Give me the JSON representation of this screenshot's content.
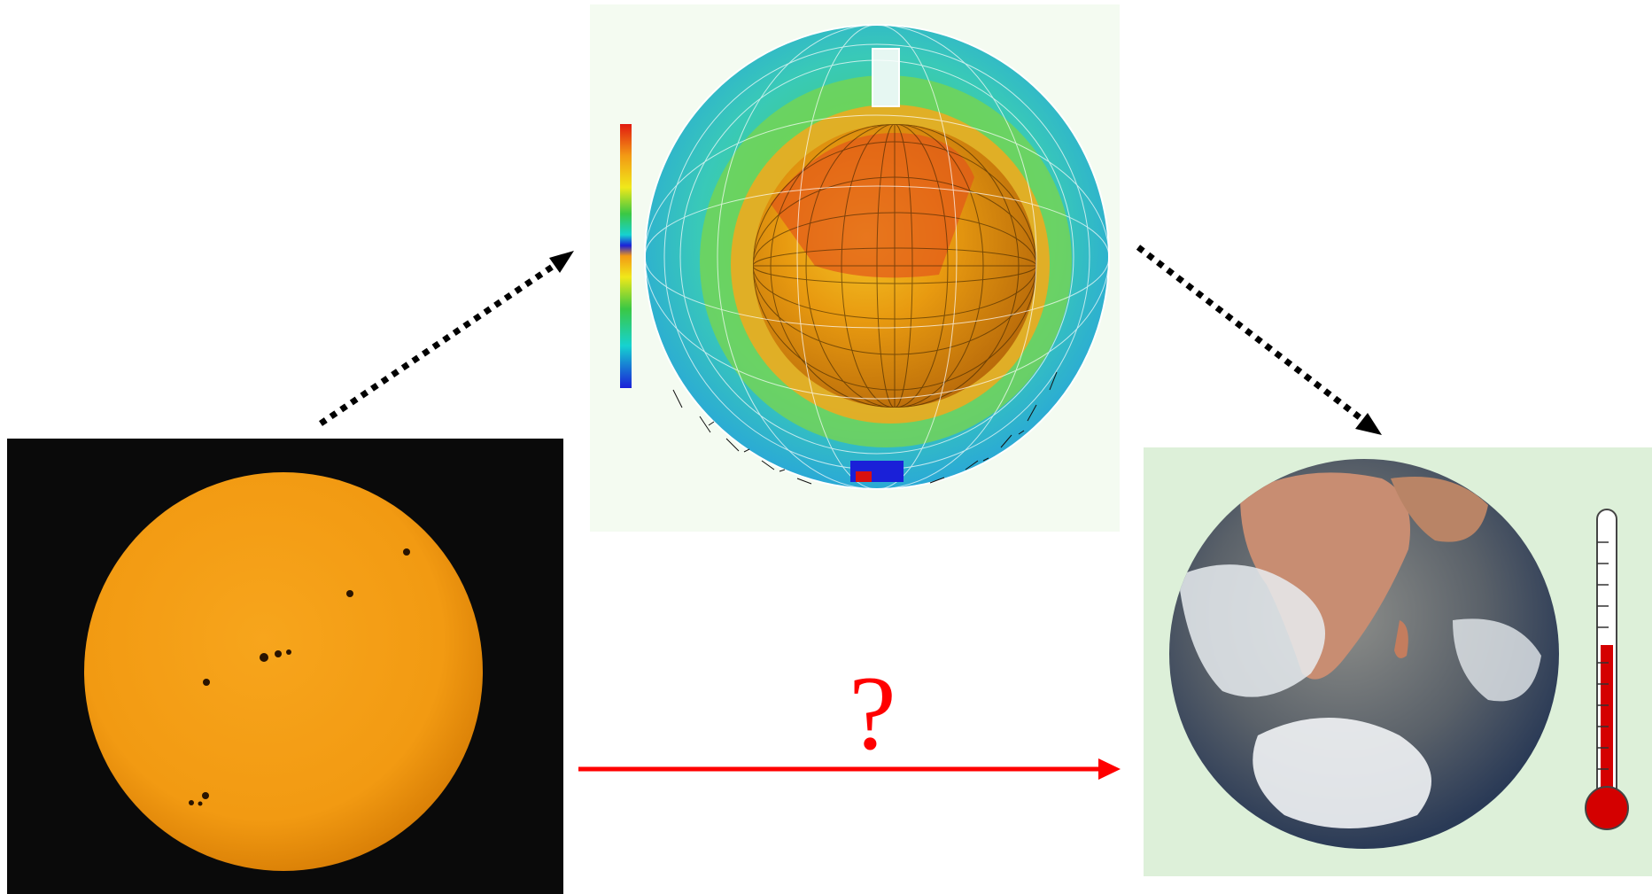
{
  "diagram": {
    "question_mark": "?",
    "colors": {
      "dotted_arrow": "#000000",
      "direct_arrow": "#ff0000",
      "question_mark": "#ff0000",
      "sun_panel_bg": "#0a0a0a",
      "sun_disk": "#f29a12",
      "model_panel_bg": "#f4fbf1",
      "earth_panel_bg": "#ddf0d9",
      "thermometer_fill": "#d40000"
    },
    "panels": [
      {
        "id": "sun",
        "icon": "sun-with-sunspots-photo"
      },
      {
        "id": "model",
        "icon": "3d-climate-model-cutaway-sphere"
      },
      {
        "id": "earth",
        "icon": "earth-globe-with-thermometer"
      }
    ],
    "arrows": [
      {
        "from": "sun",
        "to": "model",
        "style": "dotted"
      },
      {
        "from": "model",
        "to": "earth",
        "style": "dotted"
      },
      {
        "from": "sun",
        "to": "earth",
        "style": "solid"
      }
    ]
  }
}
